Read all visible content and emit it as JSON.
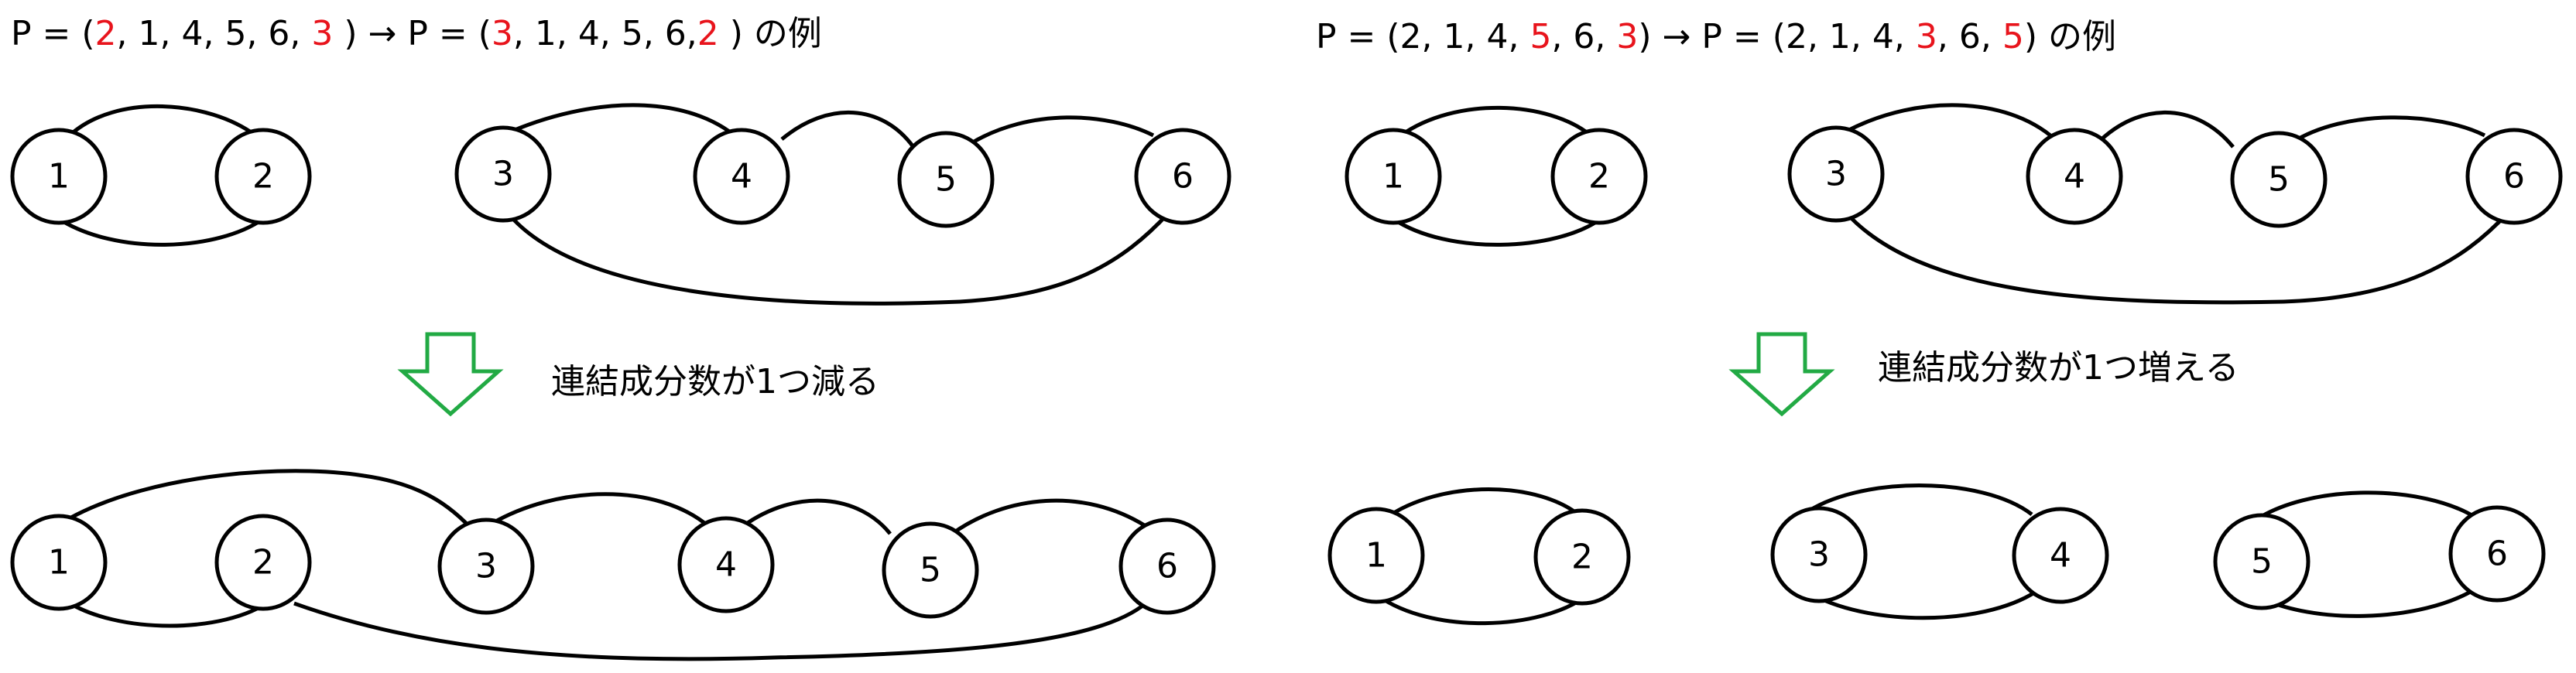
{
  "left": {
    "title": {
      "p1": "P = (",
      "s1": "2",
      "m1": ", 1, 4, 5, 6, ",
      "s2": "3",
      "m2": " ) → P = (",
      "s3": "3",
      "m3": ", 1, 4, 5, 6,",
      "s4": "2",
      "m4": " ) の例"
    },
    "caption": "連結成分数が1つ減る",
    "top_nodes": [
      "1",
      "2",
      "3",
      "4",
      "5",
      "6"
    ],
    "bottom_nodes": [
      "1",
      "2",
      "3",
      "4",
      "5",
      "6"
    ]
  },
  "right": {
    "title": {
      "p1": "P = (2, 1, 4, ",
      "s1": "5",
      "m1": ", 6, ",
      "s2": "3",
      "m2": ") → P = (2, 1, 4, ",
      "s3": "3",
      "m3": ", 6, ",
      "s4": "5",
      "m4": ") の例"
    },
    "caption": "連結成分数が1つ増える",
    "top_nodes": [
      "1",
      "2",
      "3",
      "4",
      "5",
      "6"
    ],
    "bottom_nodes": [
      "1",
      "2",
      "3",
      "4",
      "5",
      "6"
    ]
  },
  "colors": {
    "highlight": "#e8141c",
    "arrow": "#22aa44"
  }
}
